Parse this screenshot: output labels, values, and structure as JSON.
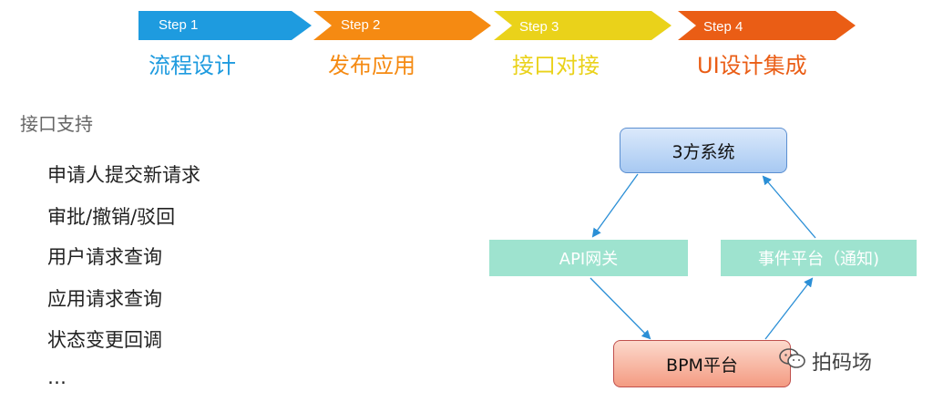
{
  "steps": [
    {
      "step": "Step 1",
      "title": "流程设计",
      "arrow_color": "#1e9bdf",
      "title_color": "#1e9bdf"
    },
    {
      "step": "Step 2",
      "title": "发布应用",
      "arrow_color": "#f58a12",
      "title_color": "#f58a12"
    },
    {
      "step": "Step 3",
      "title": "接口对接",
      "arrow_color": "#ead21a",
      "title_color": "#ead21a"
    },
    {
      "step": "Step 4",
      "title": "UI设计集成",
      "arrow_color": "#ea5d15",
      "title_color": "#ea5d15"
    }
  ],
  "section": {
    "title": "接口支持",
    "items": [
      "申请人提交新请求",
      "审批/撤销/驳回",
      "用户请求查询",
      "应用请求查询",
      "状态变更回调",
      "…"
    ]
  },
  "diagram": {
    "third_party": "3方系统",
    "api_gateway": "API网关",
    "event_platform": "事件平台（通知)",
    "bpm_platform": "BPM平台",
    "arrow_color": "#2b8fd6"
  },
  "watermark": {
    "text": "拍码场",
    "icon": "wechat-icon"
  }
}
